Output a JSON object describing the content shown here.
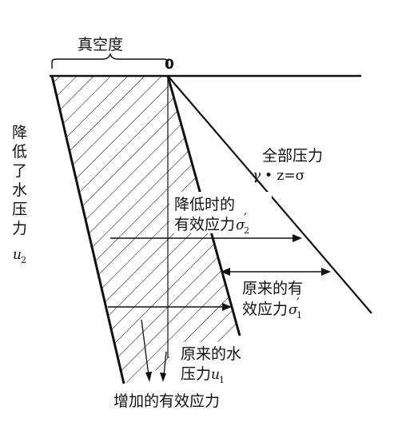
{
  "labels": {
    "vacuum": "真空度",
    "zero": "0",
    "total_pressure": "全部压力",
    "total_formula_gamma": "γ",
    "total_formula_rest": "• z=σ",
    "reduced_effective_line1": "降低时的",
    "reduced_effective_line2": "有效应力",
    "reduced_effective_symbol": "σ",
    "reduced_effective_sub": "2",
    "reduced_effective_prime": "′",
    "reduced_water_chars": [
      "降",
      "低",
      "了",
      "水",
      "压",
      "力"
    ],
    "reduced_water_symbol": "u",
    "reduced_water_sub": "2",
    "original_effective_line1": "原来的有",
    "original_effective_line2": "效应力",
    "original_effective_symbol": "σ",
    "original_effective_sub": "1",
    "original_effective_prime": "′",
    "original_water_line1": "原来的水",
    "original_water_line2": "压力",
    "original_water_symbol": "u",
    "original_water_sub": "1",
    "added_effective": "增加的有效应力"
  },
  "colors": {
    "ink": "#111111",
    "background": "#ffffff"
  }
}
